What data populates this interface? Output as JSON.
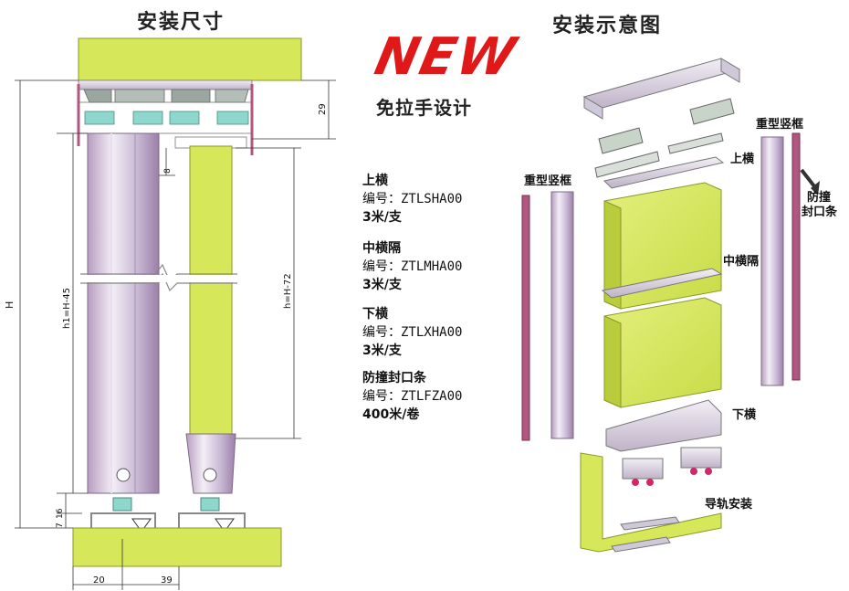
{
  "left_title": "安装尺寸",
  "right_title": "安装示意图",
  "new_logo": "NEW",
  "subtitle": "免拉手设计",
  "products": [
    {
      "name": "上横",
      "code": "编号：ZTLSHA00",
      "unit": "3米/支"
    },
    {
      "name": "中横隔",
      "code": "编号：ZTLMHA00",
      "unit": "3米/支"
    },
    {
      "name": "下横",
      "code": "编号：ZTLXHA00",
      "unit": "3米/支"
    },
    {
      "name": "防撞封口条",
      "code": "编号：ZTLFZA00",
      "unit": "400米/卷"
    }
  ],
  "dimensions": {
    "H": "H",
    "h1": "h1=H-45",
    "h": "h=H-72",
    "d29": "29",
    "d8": "8",
    "d16": "16",
    "d7": "7",
    "d20": "20",
    "d39": "39"
  },
  "labels": {
    "upper_rail": "上横",
    "middle_rail": "中横隔",
    "lower_rail": "下横",
    "frame_left": "重型竖框",
    "frame_right": "重型竖框",
    "seal_line1": "防撞",
    "seal_line2": "封口条",
    "track_install": "导轨安装"
  },
  "colors": {
    "lime": "#d6e85a",
    "aluminum": "#cfc8d8",
    "teal": "#8fd6cc",
    "magenta": "#b0577f"
  }
}
